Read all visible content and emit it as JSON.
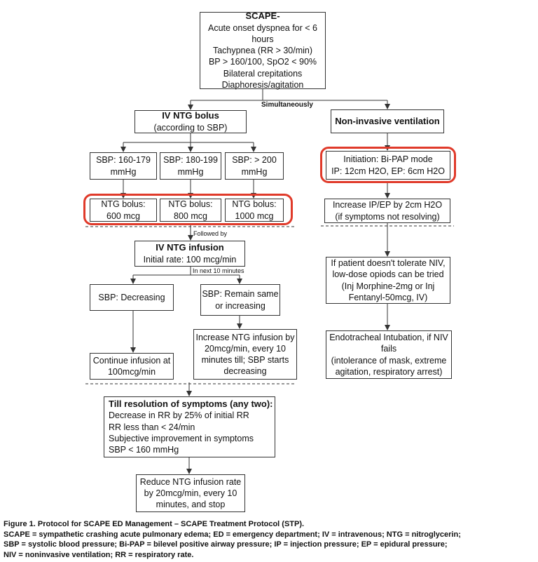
{
  "scape_box": {
    "title": "SCAPE-",
    "lines": [
      "Acute onset dyspnea for < 6 hours",
      "Tachypnea (RR > 30/min)",
      "BP > 160/100, SpO2 < 90%",
      "Bilateral crepitations",
      "Diaphoresis/agitation"
    ]
  },
  "connector_labels": {
    "simultaneously": "Simultaneously",
    "followed_by": "Followed by",
    "in_next_10": "In next 10 minutes"
  },
  "ntg_bolus_header": {
    "title": "IV NTG bolus",
    "subtitle": "(according to SBP)"
  },
  "sbp_ranges": [
    "SBP: 160-179\nmmHg",
    "SBP: 180-199\nmmHg",
    "SBP: > 200\nmmHg"
  ],
  "bolus_doses": [
    "NTG bolus:\n600 mcg",
    "NTG bolus:\n800 mcg",
    "NTG bolus:\n1000 mcg"
  ],
  "infusion_box": {
    "title": "IV NTG infusion",
    "subtitle": "Initial rate: 100 mcg/min"
  },
  "sbp_decreasing": "SBP: Decreasing",
  "sbp_same": "SBP: Remain same\nor increasing",
  "continue_infusion": "Continue infusion at\n100mcg/min",
  "increase_infusion": "Increase NTG infusion by\n20mcg/min, every 10\nminutes till; SBP starts\ndecreasing",
  "resolution_box": {
    "title": "Till resolution of symptoms (any two):",
    "items": [
      "Decrease in RR by 25% of initial RR",
      "RR less than < 24/min",
      "Subjective improvement in symptoms",
      "SBP < 160 mmHg"
    ]
  },
  "reduce_infusion": "Reduce NTG infusion rate\nby 20mcg/min, every 10\nminutes, and stop",
  "niv_header": "Non-invasive ventilation",
  "bipap_box": "Initiation: Bi-PAP mode\nIP: 12cm H2O, EP: 6cm H2O",
  "increase_ip": "Increase IP/EP by 2cm H2O\n(if symptoms not resolving)",
  "niv_intolerance": "If patient doesn't tolerate NIV,\nlow-dose opiods can be tried\n(Inj Morphine-2mg or Inj\nFentanyl-50mcg, IV)",
  "intubation": "Endotracheal Intubation, if NIV\nfails\n(intolerance of mask, extreme\nagitation, respiratory arrest)",
  "caption": {
    "line1": "Figure 1.  Protocol for SCAPE ED Management – SCAPE Treatment Protocol (STP).",
    "line2": "SCAPE = sympathetic crashing acute pulmonary edema; ED = emergency department; IV = intravenous; NTG = nitroglycerin;",
    "line3": "SBP = systolic blood pressure; Bi-PAP = bilevel positive airway pressure; IP = injection pressure; EP = epidural pressure;",
    "line4": "NIV = noninvasive ventilation; RR = respiratory rate."
  },
  "colors": {
    "highlight": "#e03a2a",
    "line": "#333333"
  }
}
